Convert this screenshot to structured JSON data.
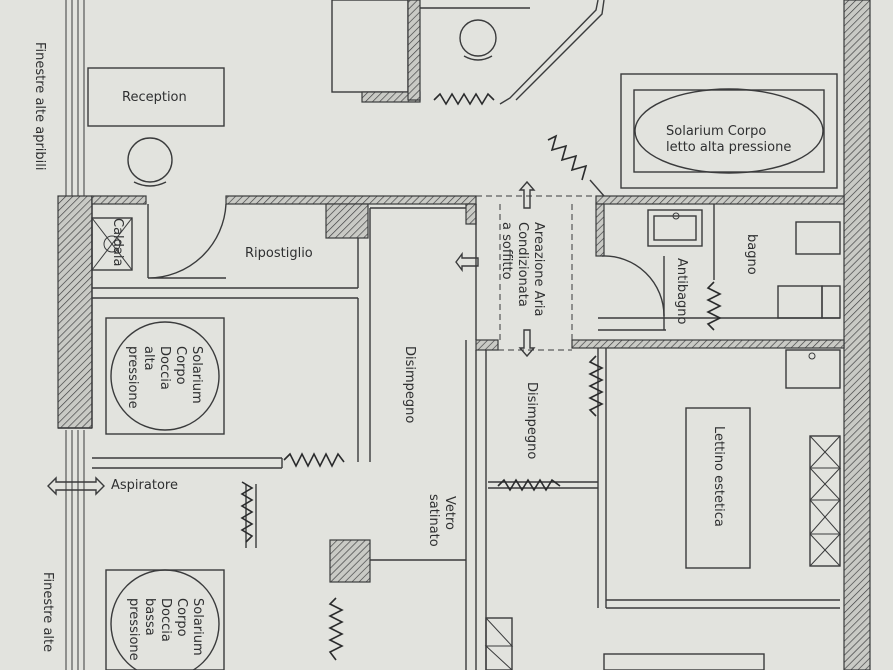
{
  "rooms": {
    "reception": "Reception",
    "ripostiglio": "Ripostiglio",
    "caldaia": "Caldaia",
    "disimpegno_1": "Disimpegno",
    "disimpegno_2": "Disimpegno",
    "antibagno": "Antibagno",
    "bagno": "bagno",
    "lettino": "Lettino estetica",
    "aspiratore": "Aspiratore",
    "vetro": [
      "Vetro",
      "satinato"
    ],
    "areazione": [
      "Areazione Aria",
      "Condizionata",
      "a soffitto"
    ],
    "solarium_letto": [
      "Solarium Corpo",
      "letto alta pressione"
    ],
    "solarium_alta": [
      "Solarium",
      "Corpo",
      "Doccia",
      "alta",
      "pressione"
    ],
    "solarium_bassa": [
      "Solarium",
      "Corpo",
      "Doccia",
      "bassa",
      "pressione"
    ]
  },
  "windows": {
    "top": "Finestre alte apribili",
    "bottom": "Finestre alte"
  },
  "colors": {
    "paper": "#e2e3de",
    "ink": "#3a3b3c"
  }
}
